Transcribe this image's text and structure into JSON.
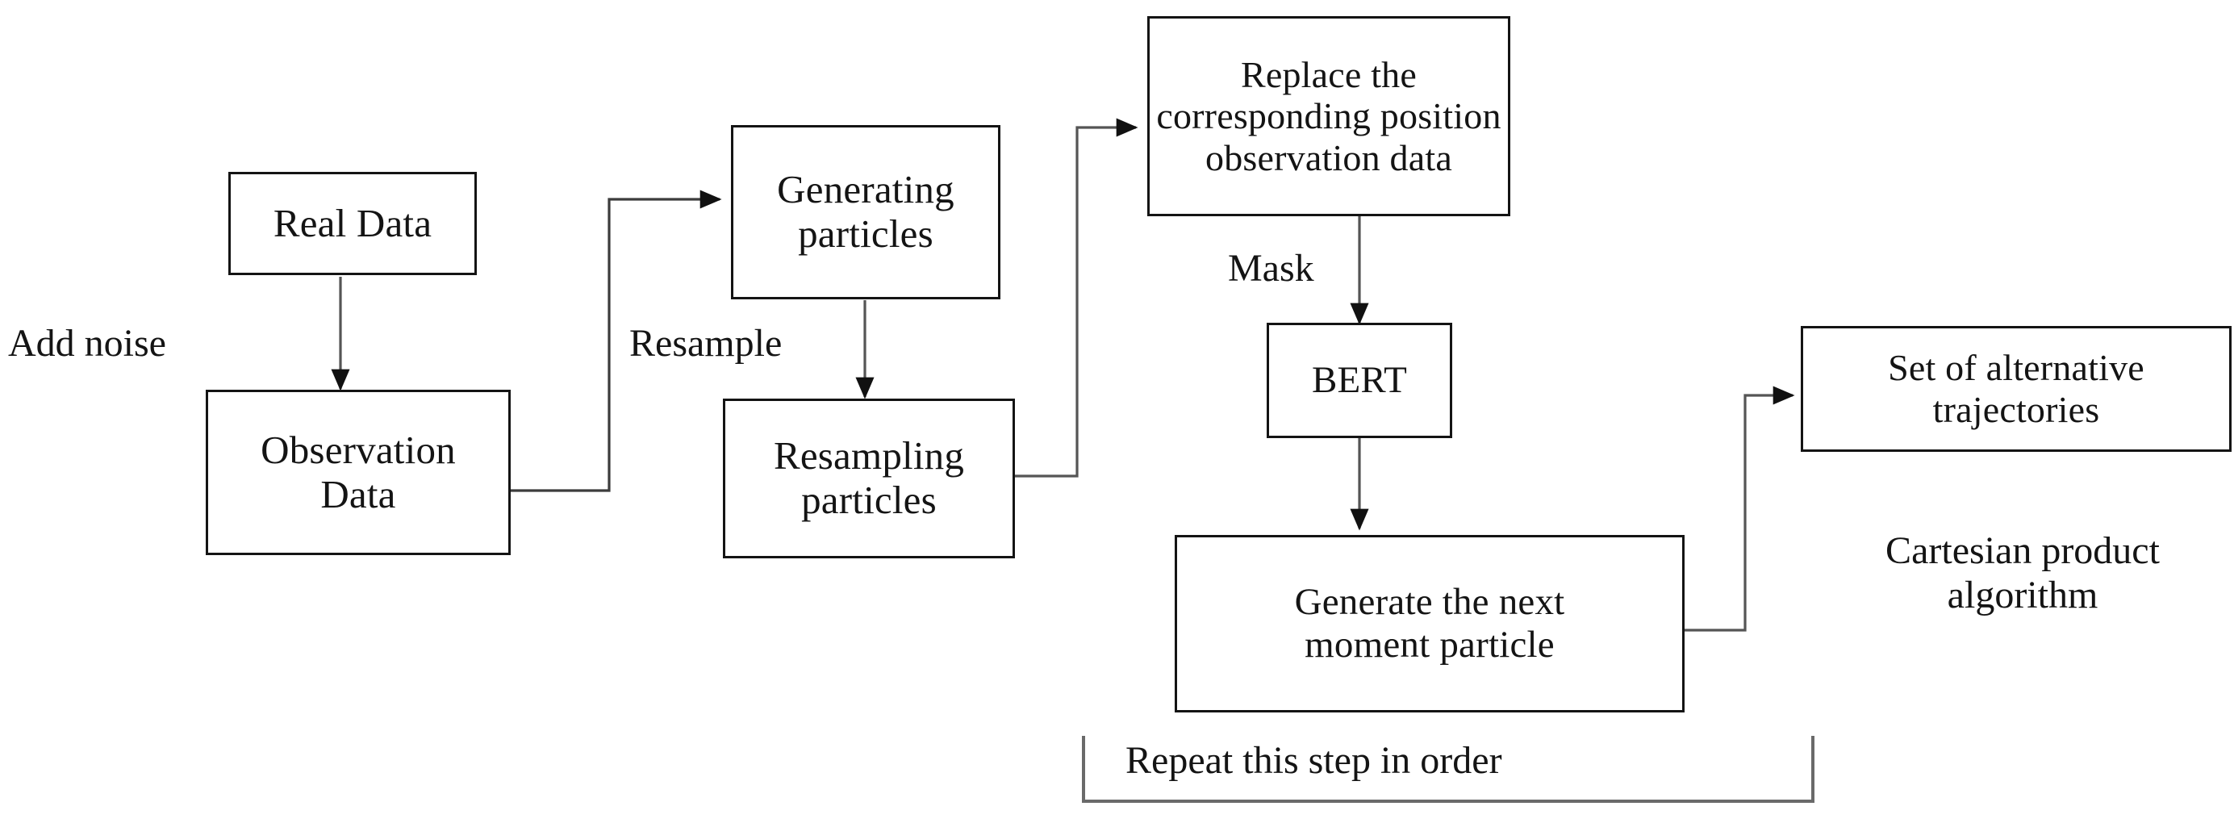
{
  "diagram": {
    "title": "Particle trajectory generation flowchart",
    "background_color": "#ffffff",
    "line_color": "#555555",
    "box_border_color": "#141414",
    "nodes": [
      {
        "id": "real-data",
        "label": "Real  Data"
      },
      {
        "id": "observation-data",
        "label": "Observation\nData"
      },
      {
        "id": "generating-particles",
        "label": "Generating\nparticles"
      },
      {
        "id": "resampling-particles",
        "label": "Resampling\nparticles"
      },
      {
        "id": "replace-observation",
        "label": "Replace the\ncorresponding position\nobservation data"
      },
      {
        "id": "bert",
        "label": "BERT"
      },
      {
        "id": "generate-next-particle",
        "label": "Generate the next\nmoment particle"
      },
      {
        "id": "set-alternative-trajectories",
        "label": "Set of alternative\ntrajectories"
      }
    ],
    "edge_labels": [
      {
        "id": "add-noise",
        "label": "Add noise"
      },
      {
        "id": "resample",
        "label": "Resample"
      },
      {
        "id": "mask",
        "label": "Mask"
      },
      {
        "id": "cartesian-product",
        "label": "Cartesian product\nalgorithm"
      },
      {
        "id": "repeat-step",
        "label": "Repeat this step in order"
      }
    ]
  }
}
